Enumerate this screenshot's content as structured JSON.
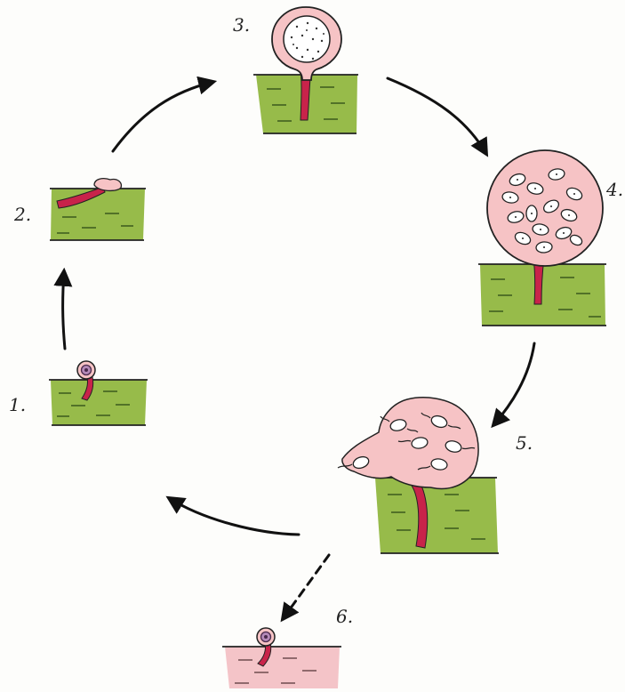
{
  "diagram": {
    "stages": [
      {
        "number": "1.",
        "substrate": "green"
      },
      {
        "number": "2.",
        "substrate": "green"
      },
      {
        "number": "3.",
        "substrate": "green"
      },
      {
        "number": "4.",
        "substrate": "green"
      },
      {
        "number": "5.",
        "substrate": "green"
      },
      {
        "number": "6.",
        "substrate": "pink"
      }
    ],
    "colors": {
      "substrate_green": "#97bb4a",
      "substrate_pink": "#f4c4c8",
      "body_pink": "#f6c3c5",
      "stalk_red": "#c8234a",
      "spore_purple": "#8a5a8c",
      "arrow": "#111111"
    }
  }
}
